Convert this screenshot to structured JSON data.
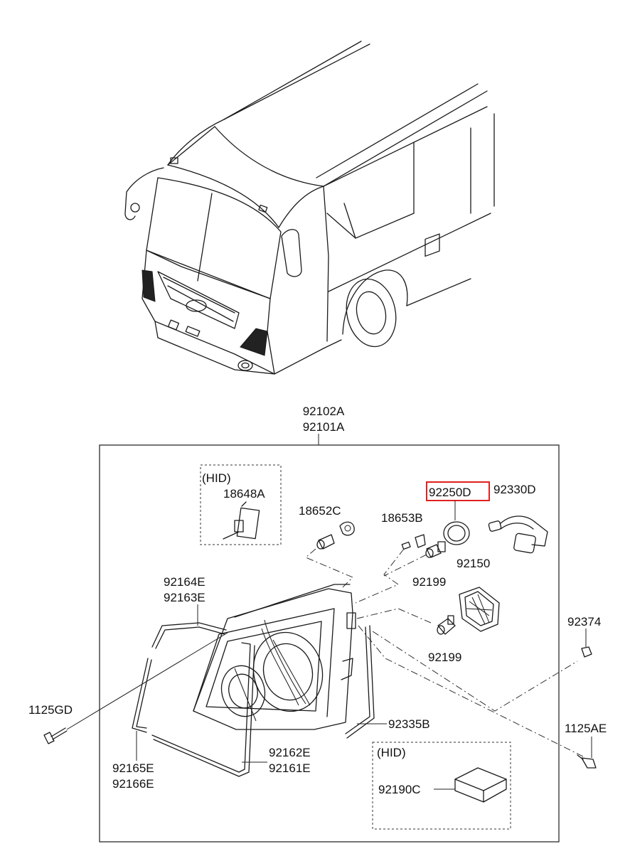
{
  "colors": {
    "highlight": "#e02020",
    "line": "#1a1a1a"
  },
  "assembly": {
    "part_a": "92102A",
    "part_b": "92101A"
  },
  "hid_top": {
    "title": "(HID)",
    "part": "18648A"
  },
  "hid_bottom": {
    "title": "(HID)",
    "part": "92190C"
  },
  "parts": {
    "p18652C": "18652C",
    "p18653B": "18653B",
    "p92250D": "92250D",
    "p92330D": "92330D",
    "p92199_a": "92199",
    "p92150": "92150",
    "p92199_b": "92199",
    "p92374": "92374",
    "p92164E": "92164E",
    "p92163E": "92163E",
    "p1125GD": "1125GD",
    "p92335B": "92335B",
    "p1125AE": "1125AE",
    "p92162E": "92162E",
    "p92161E": "92161E",
    "p92165E": "92165E",
    "p92166E": "92166E"
  },
  "highlighted_part": "92250D"
}
